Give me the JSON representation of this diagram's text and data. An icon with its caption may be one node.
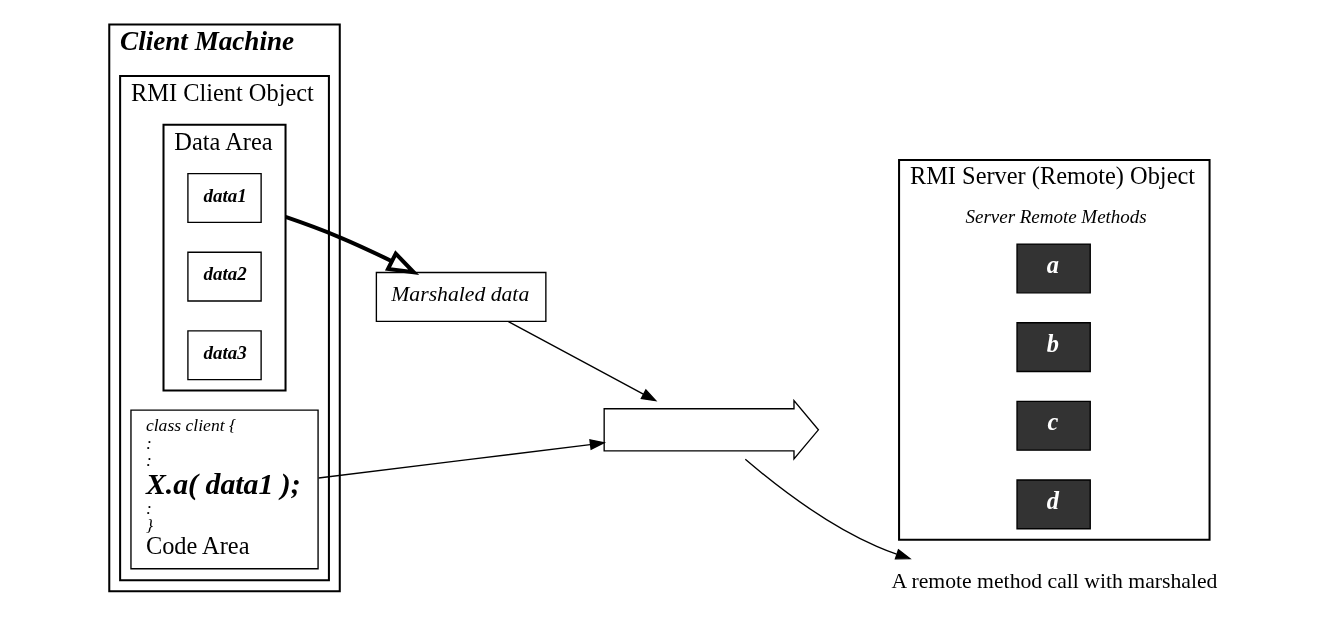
{
  "diagram": {
    "nodes": [
      {
        "text": [
          "Client Machine"
        ]
      },
      {
        "text": [
          "RMI Client Object"
        ],
        "in": 0
      },
      {
        "text": [
          "Data Area"
        ],
        "in": 1
      },
      {
        "text": [
          "data1"
        ],
        "in": 2
      },
      {
        "text": [
          "data2"
        ],
        "in": 2
      },
      {
        "text": [
          "data3"
        ],
        "in": 2
      },
      {
        "text": [
          "class client {",
          ":",
          ":",
          "X.a( data1 );",
          ":",
          "}",
          "Code Area"
        ],
        "in": 1
      },
      {
        "text": [],
        "shape": "arrow"
      },
      {
        "text": [
          "RMI Server (Remote) Object",
          "Server Remote Methods"
        ]
      },
      {
        "text": [
          "a"
        ],
        "in": 8
      },
      {
        "text": [
          "b"
        ],
        "in": 8
      },
      {
        "text": [
          "c"
        ],
        "in": 8
      },
      {
        "text": [
          "d"
        ],
        "in": 8
      },
      {
        "text": [
          "Marshaled data"
        ]
      },
      {
        "text": [
          "A remote method call with marshaled"
        ]
      }
    ],
    "edges": [
      {
        "from": 2,
        "to": 13,
        "arrow": "to",
        "style": "thick"
      },
      {
        "from": 6,
        "to": 7,
        "arrow": "to"
      },
      {
        "from": 13,
        "to": 7,
        "arrow": "to"
      },
      {
        "from": 7,
        "to": 14,
        "arrow": "to"
      }
    ]
  }
}
